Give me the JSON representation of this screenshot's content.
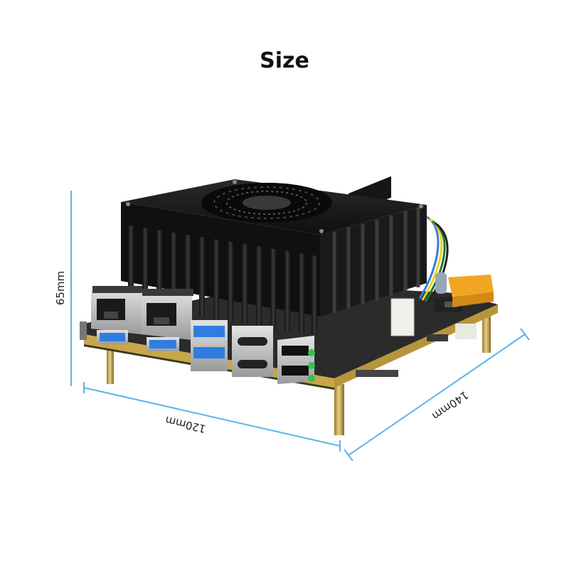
{
  "title": "Size",
  "dimensions": {
    "height": "65mm",
    "width": "120mm",
    "depth": "140mm"
  },
  "colors": {
    "dimension_line": "#5ab4e8",
    "heatsink": "#1c1c1c",
    "pcb": "#2a2a2a",
    "pcb_edge": "#c9a64a",
    "standoff": "#c8a64e",
    "usb_blue": "#2f7de1",
    "power_connector": "#f1a623",
    "led_green": "#33c24a"
  }
}
